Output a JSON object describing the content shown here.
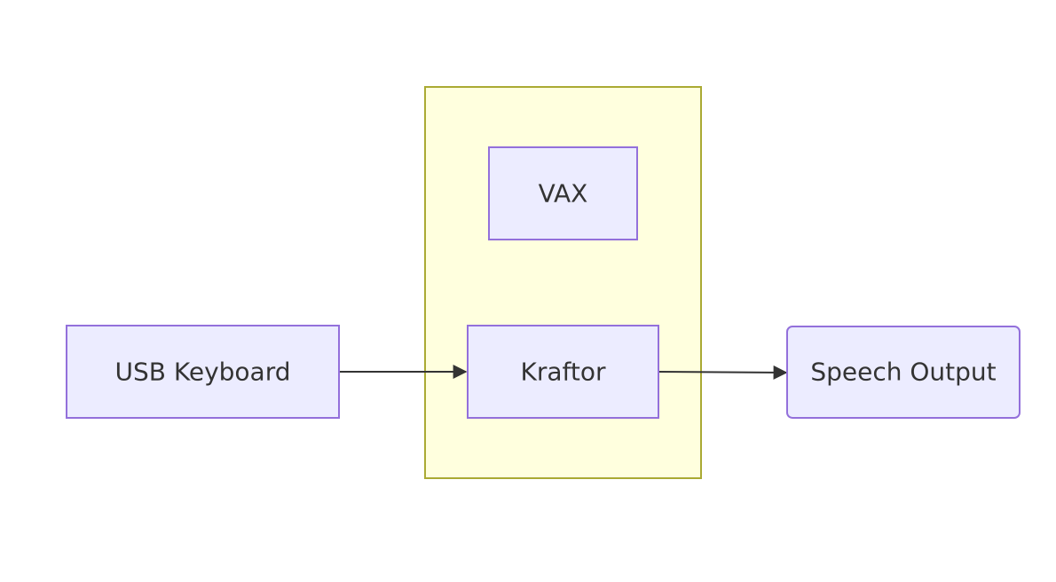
{
  "diagram": {
    "type": "flowchart",
    "direction": "LR",
    "colors": {
      "node_fill": "#ECECFF",
      "node_stroke": "#9370DB",
      "cluster_fill": "#FFFFDE",
      "cluster_stroke": "#AAAA33",
      "text": "#333333",
      "edge": "#333333"
    },
    "cluster": {
      "label": "",
      "members": [
        "vax",
        "kraftor"
      ]
    },
    "nodes": {
      "usb_keyboard": {
        "label": "USB Keyboard",
        "shape": "rect"
      },
      "vax": {
        "label": "VAX",
        "shape": "rect"
      },
      "kraftor": {
        "label": "Kraftor",
        "shape": "rect"
      },
      "speech_output": {
        "label": "Speech Output",
        "shape": "rounded-rect"
      }
    },
    "edges": [
      {
        "from": "usb_keyboard",
        "to": "kraftor",
        "arrow": "filled-triangle"
      },
      {
        "from": "kraftor",
        "to": "speech_output",
        "arrow": "filled-triangle"
      }
    ]
  }
}
